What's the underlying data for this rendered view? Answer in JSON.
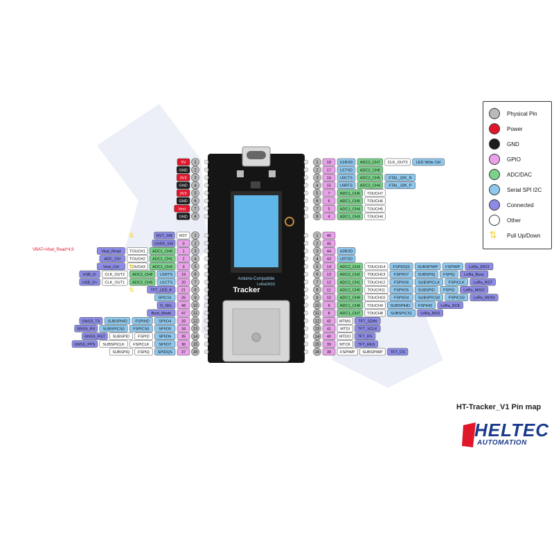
{
  "title": "HT-Tracker_V1 Pin map",
  "brand": {
    "name": "HELTEC",
    "sub": "AUTOMATION"
  },
  "note": "VBAT=Vbat_Read*4.9",
  "colors": {
    "physical": "#b9b9b9",
    "power": "#e0162b",
    "gnd": "#1c1c1c",
    "gpio": "#e9a2e9",
    "adc": "#7bd08a",
    "serial": "#8fc8ee",
    "connected": "#8c8ce6",
    "other": "#ffffff",
    "pull": "#f5d23b",
    "board": "#151515",
    "screen": "#5fb6e8"
  },
  "legend": [
    {
      "key": "physical",
      "label": "Physical Pin"
    },
    {
      "key": "power",
      "label": "Power"
    },
    {
      "key": "gnd",
      "label": "GND"
    },
    {
      "key": "gpio",
      "label": "GPIO"
    },
    {
      "key": "adc",
      "label": "ADC/DAC"
    },
    {
      "key": "serial",
      "label": "Serial SPI I2C"
    },
    {
      "key": "connected",
      "label": "Connected"
    },
    {
      "key": "other",
      "label": "Other"
    },
    {
      "key": "pull",
      "label": "Pull Up/Down"
    }
  ],
  "board": {
    "label_top": "LoRaGNSS",
    "label_mid": "Arduino-Compatible",
    "label_brand": "Tracker"
  },
  "header_j3_left": [
    {
      "pin": "1",
      "cells": [
        {
          "t": "5V",
          "k": "power"
        }
      ]
    },
    {
      "pin": "2",
      "cells": [
        {
          "t": "GND",
          "k": "gnd"
        }
      ]
    },
    {
      "pin": "3",
      "cells": [
        {
          "t": "3V3",
          "k": "power"
        }
      ]
    },
    {
      "pin": "4",
      "cells": [
        {
          "t": "GND",
          "k": "gnd"
        }
      ]
    },
    {
      "pin": "5",
      "cells": [
        {
          "t": "3V3",
          "k": "power"
        }
      ]
    },
    {
      "pin": "6",
      "cells": [
        {
          "t": "GND",
          "k": "gnd"
        }
      ]
    },
    {
      "pin": "7",
      "cells": [
        {
          "t": "Vext",
          "k": "power"
        }
      ]
    },
    {
      "pin": "8",
      "cells": [
        {
          "t": "GND",
          "k": "gnd"
        }
      ]
    }
  ],
  "header_j3_right": [
    {
      "pin": "1",
      "cells": [
        {
          "t": "18",
          "k": "gpio"
        },
        {
          "t": "U1RXD",
          "k": "serial"
        },
        {
          "t": "ADC2_CH7",
          "k": "adc"
        },
        {
          "t": "CLK_OUT3",
          "k": "other"
        },
        {
          "t": "LED Write Ctrl",
          "k": "serial"
        }
      ]
    },
    {
      "pin": "2",
      "cells": [
        {
          "t": "17",
          "k": "gpio"
        },
        {
          "t": "U1TXD",
          "k": "serial"
        },
        {
          "t": "ADC2_CH6",
          "k": "adc"
        }
      ]
    },
    {
      "pin": "3",
      "cells": [
        {
          "t": "16",
          "k": "gpio"
        },
        {
          "t": "U0CTS",
          "k": "serial"
        },
        {
          "t": "ADC2_CH5",
          "k": "adc"
        },
        {
          "t": "XTAL_32K_N",
          "k": "serial"
        }
      ]
    },
    {
      "pin": "4",
      "cells": [
        {
          "t": "15",
          "k": "gpio"
        },
        {
          "t": "U0RTS",
          "k": "serial"
        },
        {
          "t": "ADC2_CH4",
          "k": "adc"
        },
        {
          "t": "XTAL_32K_P",
          "k": "serial"
        }
      ]
    },
    {
      "pin": "5",
      "cells": [
        {
          "t": "7",
          "k": "gpio"
        },
        {
          "t": "ADC1_CH6",
          "k": "adc"
        },
        {
          "t": "TOUCH7",
          "k": "other"
        }
      ]
    },
    {
      "pin": "6",
      "cells": [
        {
          "t": "6",
          "k": "gpio"
        },
        {
          "t": "ADC1_CH5",
          "k": "adc"
        },
        {
          "t": "TOUCH6",
          "k": "other"
        }
      ]
    },
    {
      "pin": "7",
      "cells": [
        {
          "t": "5",
          "k": "gpio"
        },
        {
          "t": "ADC1_CH4",
          "k": "adc"
        },
        {
          "t": "TOUCH5",
          "k": "other"
        }
      ]
    },
    {
      "pin": "8",
      "cells": [
        {
          "t": "4",
          "k": "gpio"
        },
        {
          "t": "ADC1_CH3",
          "k": "adc"
        },
        {
          "t": "TOUCH4",
          "k": "other"
        }
      ]
    }
  ],
  "header_j2_left": [
    {
      "pin": "1",
      "cells": [
        {
          "t": "RST",
          "k": "other"
        },
        {
          "t": "RST_SW",
          "k": "connected"
        }
      ]
    },
    {
      "pin": "2",
      "cells": [
        {
          "t": "0",
          "k": "gpio"
        },
        {
          "t": "USER_SW",
          "k": "connected"
        }
      ]
    },
    {
      "pin": "3",
      "cells": [
        {
          "t": "1",
          "k": "gpio"
        },
        {
          "t": "ADC1_CH0",
          "k": "adc"
        },
        {
          "t": "TOUCH1",
          "k": "other"
        },
        {
          "t": "Vbat_Read",
          "k": "connected"
        }
      ]
    },
    {
      "pin": "4",
      "cells": [
        {
          "t": "2",
          "k": "gpio"
        },
        {
          "t": "ADC1_CH1",
          "k": "adc"
        },
        {
          "t": "TOUCH2",
          "k": "other"
        },
        {
          "t": "ADC_Ctrl",
          "k": "connected"
        }
      ]
    },
    {
      "pin": "5",
      "cells": [
        {
          "t": "3",
          "k": "gpio"
        },
        {
          "t": "ADC1_CH2",
          "k": "adc"
        },
        {
          "t": "TOUCH3",
          "k": "other"
        },
        {
          "t": "Vext_Ctrl",
          "k": "connected"
        }
      ]
    },
    {
      "pin": "6",
      "cells": [
        {
          "t": "19",
          "k": "gpio"
        },
        {
          "t": "U1RTS",
          "k": "serial"
        },
        {
          "t": "ADC2_CH8",
          "k": "adc"
        },
        {
          "t": "CLK_OUT2",
          "k": "other"
        },
        {
          "t": "USB_D-",
          "k": "connected"
        }
      ]
    },
    {
      "pin": "7",
      "cells": [
        {
          "t": "20",
          "k": "gpio"
        },
        {
          "t": "U1CTS",
          "k": "serial"
        },
        {
          "t": "ADC2_CH9",
          "k": "adc"
        },
        {
          "t": "CLK_OUT1",
          "k": "other"
        },
        {
          "t": "USB_D+",
          "k": "connected"
        }
      ]
    },
    {
      "pin": "8",
      "cells": [
        {
          "t": "21",
          "k": "gpio"
        },
        {
          "t": "TFT_LED_K",
          "k": "connected"
        }
      ]
    },
    {
      "pin": "9",
      "cells": [
        {
          "t": "26",
          "k": "gpio"
        },
        {
          "t": "SPICS1",
          "k": "serial"
        }
      ]
    },
    {
      "pin": "10",
      "cells": [
        {
          "t": "48",
          "k": "gpio"
        },
        {
          "t": "D_SEL",
          "k": "connected"
        }
      ]
    },
    {
      "pin": "11",
      "cells": [
        {
          "t": "47",
          "k": "gpio"
        },
        {
          "t": "Boot_Mode",
          "k": "connected"
        }
      ]
    },
    {
      "pin": "12",
      "cells": [
        {
          "t": "33",
          "k": "gpio"
        },
        {
          "t": "SPIIO4",
          "k": "serial"
        },
        {
          "t": "FSPIHD",
          "k": "serial"
        },
        {
          "t": "SUBSPIHD",
          "k": "serial"
        },
        {
          "t": "GNSS_TX",
          "k": "connected"
        }
      ]
    },
    {
      "pin": "13",
      "cells": [
        {
          "t": "34",
          "k": "gpio"
        },
        {
          "t": "SPIIO5",
          "k": "serial"
        },
        {
          "t": "FSPICS0",
          "k": "serial"
        },
        {
          "t": "SUBSPICS0",
          "k": "serial"
        },
        {
          "t": "GNSS_RX",
          "k": "connected"
        }
      ]
    },
    {
      "pin": "14",
      "cells": [
        {
          "t": "35",
          "k": "gpio"
        },
        {
          "t": "SPIIO6",
          "k": "serial"
        },
        {
          "t": "FSPID",
          "k": "other"
        },
        {
          "t": "SUBSPID",
          "k": "other"
        },
        {
          "t": "GNSS_RST",
          "k": "connected"
        }
      ]
    },
    {
      "pin": "15",
      "cells": [
        {
          "t": "36",
          "k": "gpio"
        },
        {
          "t": "SPIIO7",
          "k": "serial"
        },
        {
          "t": "FSPICLK",
          "k": "other"
        },
        {
          "t": "SUBSPICLK",
          "k": "other"
        },
        {
          "t": "GNSS_PPS",
          "k": "connected"
        }
      ]
    },
    {
      "pin": "16",
      "cells": [
        {
          "t": "37",
          "k": "gpio"
        },
        {
          "t": "SPIDQS",
          "k": "serial"
        },
        {
          "t": "FSPIQ",
          "k": "other"
        },
        {
          "t": "SUBSPIQ",
          "k": "other"
        }
      ]
    }
  ],
  "header_j2_right": [
    {
      "pin": "1",
      "cells": [
        {
          "t": "46",
          "k": "gpio"
        }
      ]
    },
    {
      "pin": "2",
      "cells": [
        {
          "t": "45",
          "k": "gpio"
        }
      ]
    },
    {
      "pin": "3",
      "cells": [
        {
          "t": "44",
          "k": "gpio"
        },
        {
          "t": "U0RXD",
          "k": "serial"
        }
      ]
    },
    {
      "pin": "4",
      "cells": [
        {
          "t": "43",
          "k": "gpio"
        },
        {
          "t": "U0TXD",
          "k": "serial"
        }
      ]
    },
    {
      "pin": "5",
      "cells": [
        {
          "t": "14",
          "k": "gpio"
        },
        {
          "t": "ADC2_CH3",
          "k": "adc"
        },
        {
          "t": "TOUCH14",
          "k": "other"
        },
        {
          "t": "FSPIDQS",
          "k": "serial"
        },
        {
          "t": "SUBSPIWP",
          "k": "serial"
        },
        {
          "t": "FSPIWP",
          "k": "serial"
        },
        {
          "t": "LoRa_DIO1",
          "k": "connected"
        }
      ]
    },
    {
      "pin": "6",
      "cells": [
        {
          "t": "13",
          "k": "gpio"
        },
        {
          "t": "ADC2_CH2",
          "k": "adc"
        },
        {
          "t": "TOUCH13",
          "k": "other"
        },
        {
          "t": "FSPIIO7",
          "k": "serial"
        },
        {
          "t": "SUBSPIQ",
          "k": "serial"
        },
        {
          "t": "FSPIQ",
          "k": "serial"
        },
        {
          "t": "LoRa_Busy",
          "k": "connected"
        }
      ]
    },
    {
      "pin": "7",
      "cells": [
        {
          "t": "12",
          "k": "gpio"
        },
        {
          "t": "ADC2_CH1",
          "k": "adc"
        },
        {
          "t": "TOUCH12",
          "k": "other"
        },
        {
          "t": "FSPIIO6",
          "k": "serial"
        },
        {
          "t": "SUBSPICLK",
          "k": "serial"
        },
        {
          "t": "FSPICLK",
          "k": "serial"
        },
        {
          "t": "LoRa_RST",
          "k": "connected"
        }
      ]
    },
    {
      "pin": "8",
      "cells": [
        {
          "t": "11",
          "k": "gpio"
        },
        {
          "t": "ADC2_CH0",
          "k": "adc"
        },
        {
          "t": "TOUCH11",
          "k": "other"
        },
        {
          "t": "FSPIIO5",
          "k": "serial"
        },
        {
          "t": "SUBSPID",
          "k": "serial"
        },
        {
          "t": "FSPID",
          "k": "serial"
        },
        {
          "t": "LoRa_MISO",
          "k": "connected"
        }
      ]
    },
    {
      "pin": "9",
      "cells": [
        {
          "t": "10",
          "k": "gpio"
        },
        {
          "t": "ADC1_CH9",
          "k": "adc"
        },
        {
          "t": "TOUCH10",
          "k": "other"
        },
        {
          "t": "FSPIIO4",
          "k": "serial"
        },
        {
          "t": "SUBSPICS0",
          "k": "serial"
        },
        {
          "t": "FSPICS0",
          "k": "serial"
        },
        {
          "t": "LoRa_MOSI",
          "k": "connected"
        }
      ]
    },
    {
      "pin": "10",
      "cells": [
        {
          "t": "9",
          "k": "gpio"
        },
        {
          "t": "ADC1_CH8",
          "k": "adc"
        },
        {
          "t": "TOUCH9",
          "k": "other"
        },
        {
          "t": "SUBSPIHD",
          "k": "serial"
        },
        {
          "t": "FSPIHD",
          "k": "serial"
        },
        {
          "t": "LoRa_SCK",
          "k": "connected"
        }
      ]
    },
    {
      "pin": "11",
      "cells": [
        {
          "t": "8",
          "k": "gpio"
        },
        {
          "t": "ADC1_CH7",
          "k": "adc"
        },
        {
          "t": "TOUCH8",
          "k": "other"
        },
        {
          "t": "SUBSPICS1",
          "k": "serial"
        },
        {
          "t": "LoRa_NSS",
          "k": "connected"
        }
      ]
    },
    {
      "pin": "12",
      "cells": [
        {
          "t": "42",
          "k": "gpio"
        },
        {
          "t": "MTMS",
          "k": "other"
        },
        {
          "t": "TFT_SDIN",
          "k": "connected"
        }
      ]
    },
    {
      "pin": "13",
      "cells": [
        {
          "t": "41",
          "k": "gpio"
        },
        {
          "t": "MTDI",
          "k": "other"
        },
        {
          "t": "TFT_SCLK",
          "k": "connected"
        }
      ]
    },
    {
      "pin": "14",
      "cells": [
        {
          "t": "40",
          "k": "gpio"
        },
        {
          "t": "MTDO",
          "k": "other"
        },
        {
          "t": "TFT_RS",
          "k": "connected"
        }
      ]
    },
    {
      "pin": "15",
      "cells": [
        {
          "t": "39",
          "k": "gpio"
        },
        {
          "t": "MTCK",
          "k": "other"
        },
        {
          "t": "TFT_RES",
          "k": "connected"
        }
      ]
    },
    {
      "pin": "16",
      "cells": [
        {
          "t": "38",
          "k": "gpio"
        },
        {
          "t": "FSPIWP",
          "k": "other"
        },
        {
          "t": "SUBSPIWP",
          "k": "other"
        },
        {
          "t": "TFT_CS",
          "k": "connected"
        }
      ]
    }
  ]
}
